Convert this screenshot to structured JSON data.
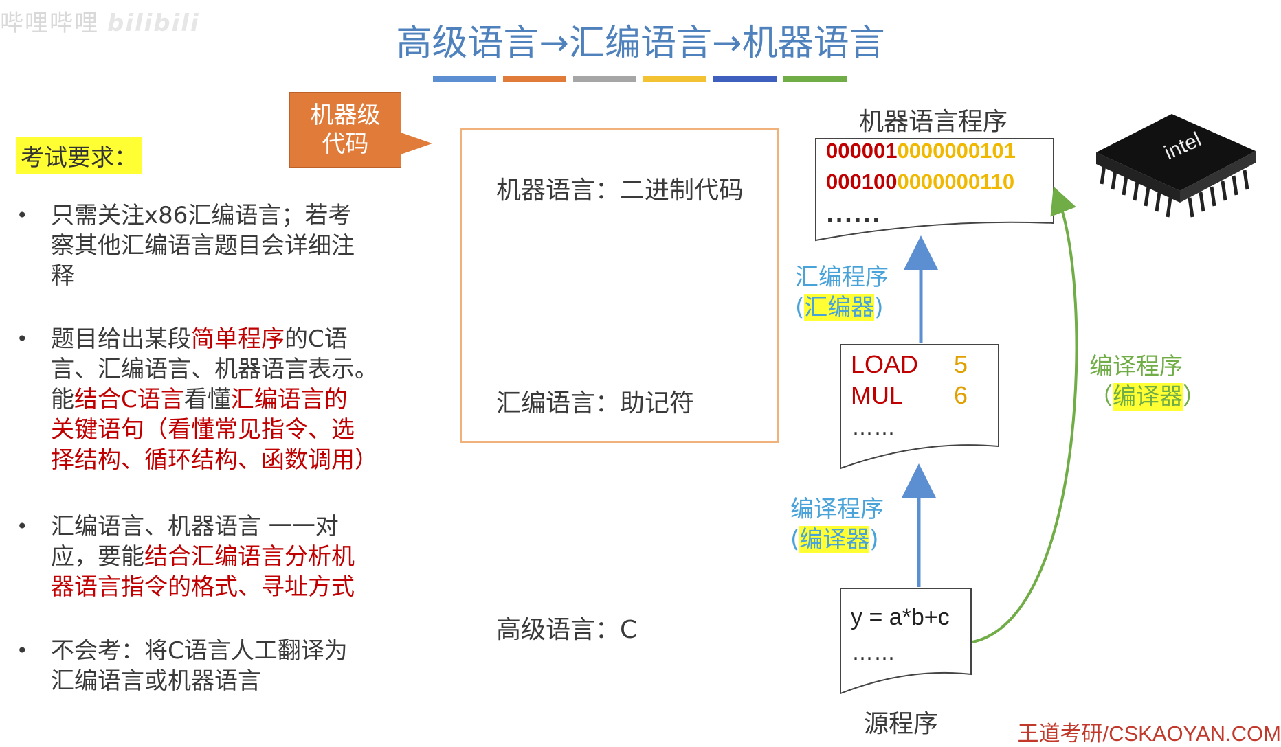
{
  "watermark": {
    "text": "哔哩哔哩",
    "logo": "bilibili"
  },
  "title": "高级语言→汇编语言→机器语言",
  "title_bar_colors": [
    "#5b8fd1",
    "#e07b39",
    "#a6a6a6",
    "#f2c232",
    "#3f5fbf",
    "#70ad47"
  ],
  "callout": {
    "line1": "机器级",
    "line2": "代码"
  },
  "requirements": {
    "label": "考试要求：",
    "bullets": [
      {
        "dot": "•",
        "l1": "只需关注x86汇编语言；若考",
        "l2": "察其他汇编语言题目会详细注",
        "l3": "释"
      },
      {
        "dot": "•",
        "l1a": "题目给出某段",
        "l1b": "简单程序",
        "l1c": "的C语",
        "l2": "言、汇编语言、机器语言表示。",
        "l3a": "能",
        "l3b": "结合C语言",
        "l3c": "看懂",
        "l3d": "汇编语言的",
        "l4": "关键语句（看懂常见指令、选",
        "l5": "择结构、循环结构、函数调用）"
      },
      {
        "dot": "•",
        "l1": "汇编语言、机器语言 一一对",
        "l2a": "应，要能",
        "l2b": "结合汇编语言分析机",
        "l3": "器语言指令的格式、寻址方式"
      },
      {
        "dot": "•",
        "l1": "不会考：将C语言人工翻译为",
        "l2": "汇编语言或机器语言"
      }
    ]
  },
  "levels": {
    "machine": "机器语言：二进制代码",
    "assembly": "汇编语言：助记符",
    "high": "高级语言：C"
  },
  "machine_program": {
    "title": "机器语言程序",
    "lines": [
      {
        "red": "000001",
        "yellow": "0000000101"
      },
      {
        "red": "000100",
        "yellow": "0000000110"
      }
    ],
    "dots": "......"
  },
  "assembly_program": {
    "lines": [
      {
        "op": "LOAD",
        "arg": "5"
      },
      {
        "op": "MUL",
        "arg": "6"
      }
    ],
    "dots": "……"
  },
  "source_program": {
    "code": "y = a*b+c",
    "dots": "……",
    "caption": "源程序"
  },
  "steps": {
    "assemble": {
      "name": "汇编程序",
      "open": "(",
      "tool": "汇编器",
      "close": ")"
    },
    "compile": {
      "name": "编译程序",
      "open": "(",
      "tool": "编译器",
      "close": ")"
    },
    "compile_direct": {
      "name": "编译程序",
      "open": "（",
      "tool": "编译器",
      "close": "）"
    }
  },
  "chip": {
    "brand": "intel"
  },
  "footer": "王道考研/CSKAOYAN.COM",
  "colors": {
    "title": "#4f81bd",
    "highlight": "#ffff33",
    "red": "#c00000",
    "arrow_blue": "#5b8fd1",
    "arrow_green": "#70ad47",
    "callout": "#e07b39"
  }
}
